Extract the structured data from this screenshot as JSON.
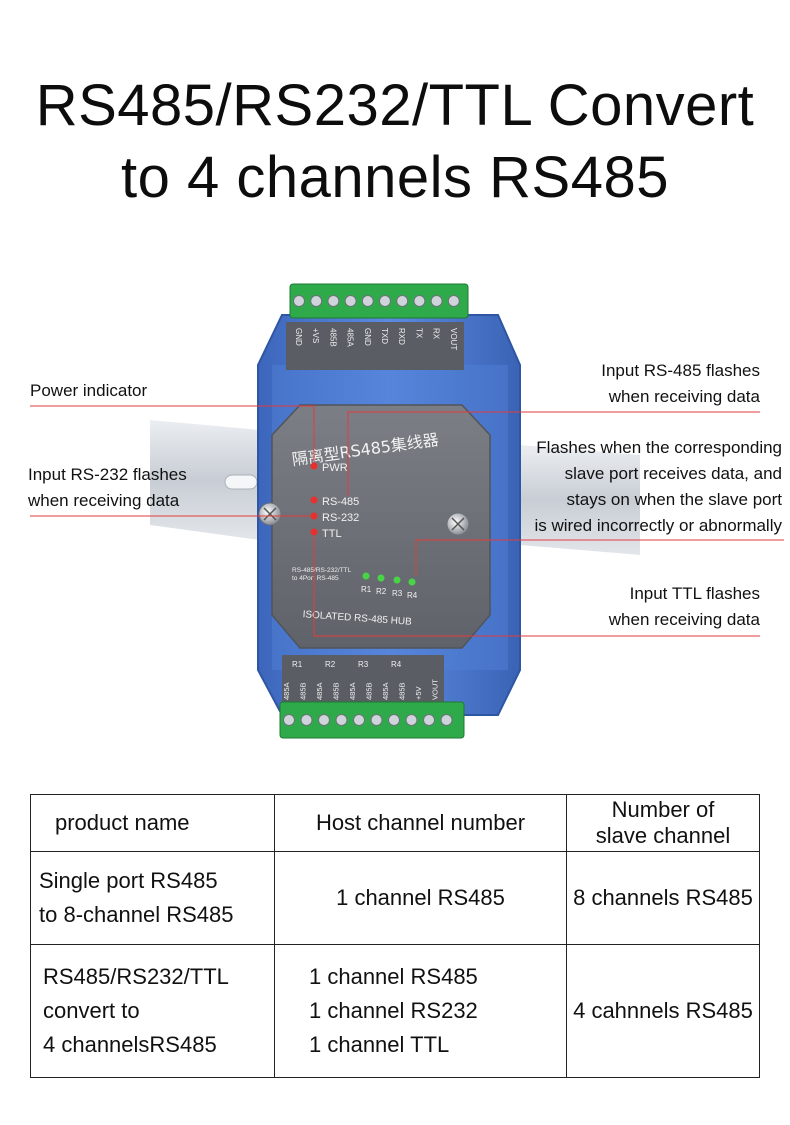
{
  "title": {
    "line1": "RS485/RS232/TTL Convert",
    "line2": "to 4 channels RS485"
  },
  "device": {
    "top_terminals": [
      "GND",
      "+VS",
      "485B",
      "485A",
      "GND",
      "TXD",
      "RXD",
      "TX",
      "RX",
      "VOUT"
    ],
    "chinese_label": "隔离型RS485集线器",
    "leds": [
      "PWR",
      "RS-485",
      "RS-232",
      "TTL"
    ],
    "small_text_line1": "RS-485/RS-232/TTL",
    "small_text_line2": "to 4Port RS-485",
    "port_leds": [
      "R1",
      "R2",
      "R3",
      "R4"
    ],
    "model_label": "ISOLATED RS-485 HUB",
    "bottom_groups": [
      "R1",
      "R2",
      "R3",
      "R4"
    ],
    "bottom_terminals": [
      "485A",
      "485B",
      "485A",
      "485B",
      "485A",
      "485B",
      "485A",
      "485B",
      "+5V",
      "VOUT"
    ],
    "colors": {
      "body_blue": "#4d7bd1",
      "panel_gray": "#6e7278",
      "terminal_green": "#2faa4a",
      "led_red": "#e8302c",
      "led_green": "#49d447",
      "rail": "#c9ced6"
    }
  },
  "callouts": {
    "power": "Power indicator",
    "rs485": [
      "Input RS-485 flashes",
      "when receiving data"
    ],
    "rs232": [
      "Input RS-232 flashes",
      "when receiving data"
    ],
    "slave": [
      "Flashes when the corresponding",
      "slave port receives data, and",
      "stays on when the slave port",
      "is wired incorrectly or abnormally"
    ],
    "ttl": [
      "Input TTL flashes",
      "when receiving data"
    ]
  },
  "table": {
    "header": {
      "col1": "product name",
      "col2": "Host channel number",
      "col3": [
        "Number of",
        "slave channel"
      ]
    },
    "rows": [
      {
        "name": [
          "Single port RS485",
          "to 8-channel RS485"
        ],
        "host": [
          "1 channel RS485"
        ],
        "slave": "8 channels RS485"
      },
      {
        "name": [
          "RS485/RS232/TTL",
          "convert to",
          "4 channelsRS485"
        ],
        "host": [
          "1 channel RS485",
          "1 channel RS232",
          "1 channel TTL"
        ],
        "slave": "4 cahnnels RS485"
      }
    ]
  }
}
